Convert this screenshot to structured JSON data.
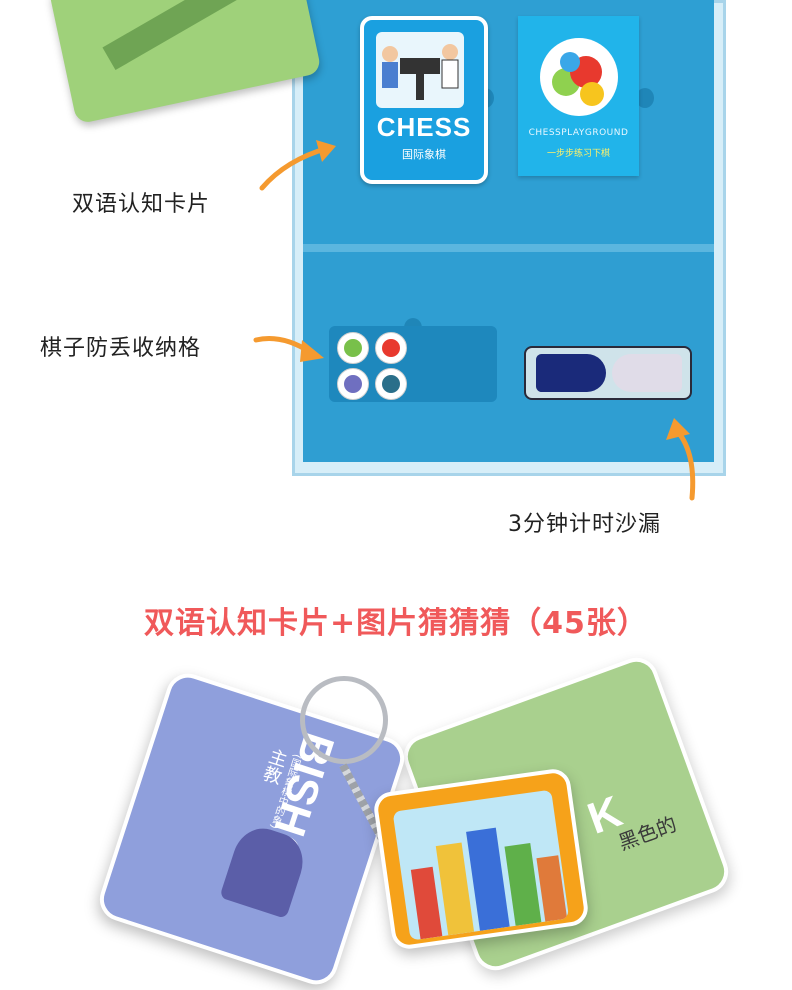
{
  "top_section": {
    "chess_card": {
      "title": "CHESS",
      "subtitle": "国际象棋"
    },
    "playground_card": {
      "title": "CHESSPLAYGROUND",
      "subtitle": "一步步练习下棋"
    },
    "callouts": {
      "cards": "双语认知卡片",
      "pieces_slot": "棋子防丢收纳格",
      "sand_timer": "3分钟计时沙漏"
    }
  },
  "section_heading": "双语认知卡片+图片猜猜猜（45张）",
  "bottom_section": {
    "bishop_card": {
      "word": "BISHOP",
      "chinese": "主教",
      "note": "(国际象棋中的象)"
    },
    "green_card": {
      "partial_word": "K",
      "partial_chinese": "黑色的"
    }
  },
  "colors": {
    "accent_heading": "#f0595a",
    "arrow": "#f59a2f",
    "tray_blue": "#2e9fd3"
  }
}
